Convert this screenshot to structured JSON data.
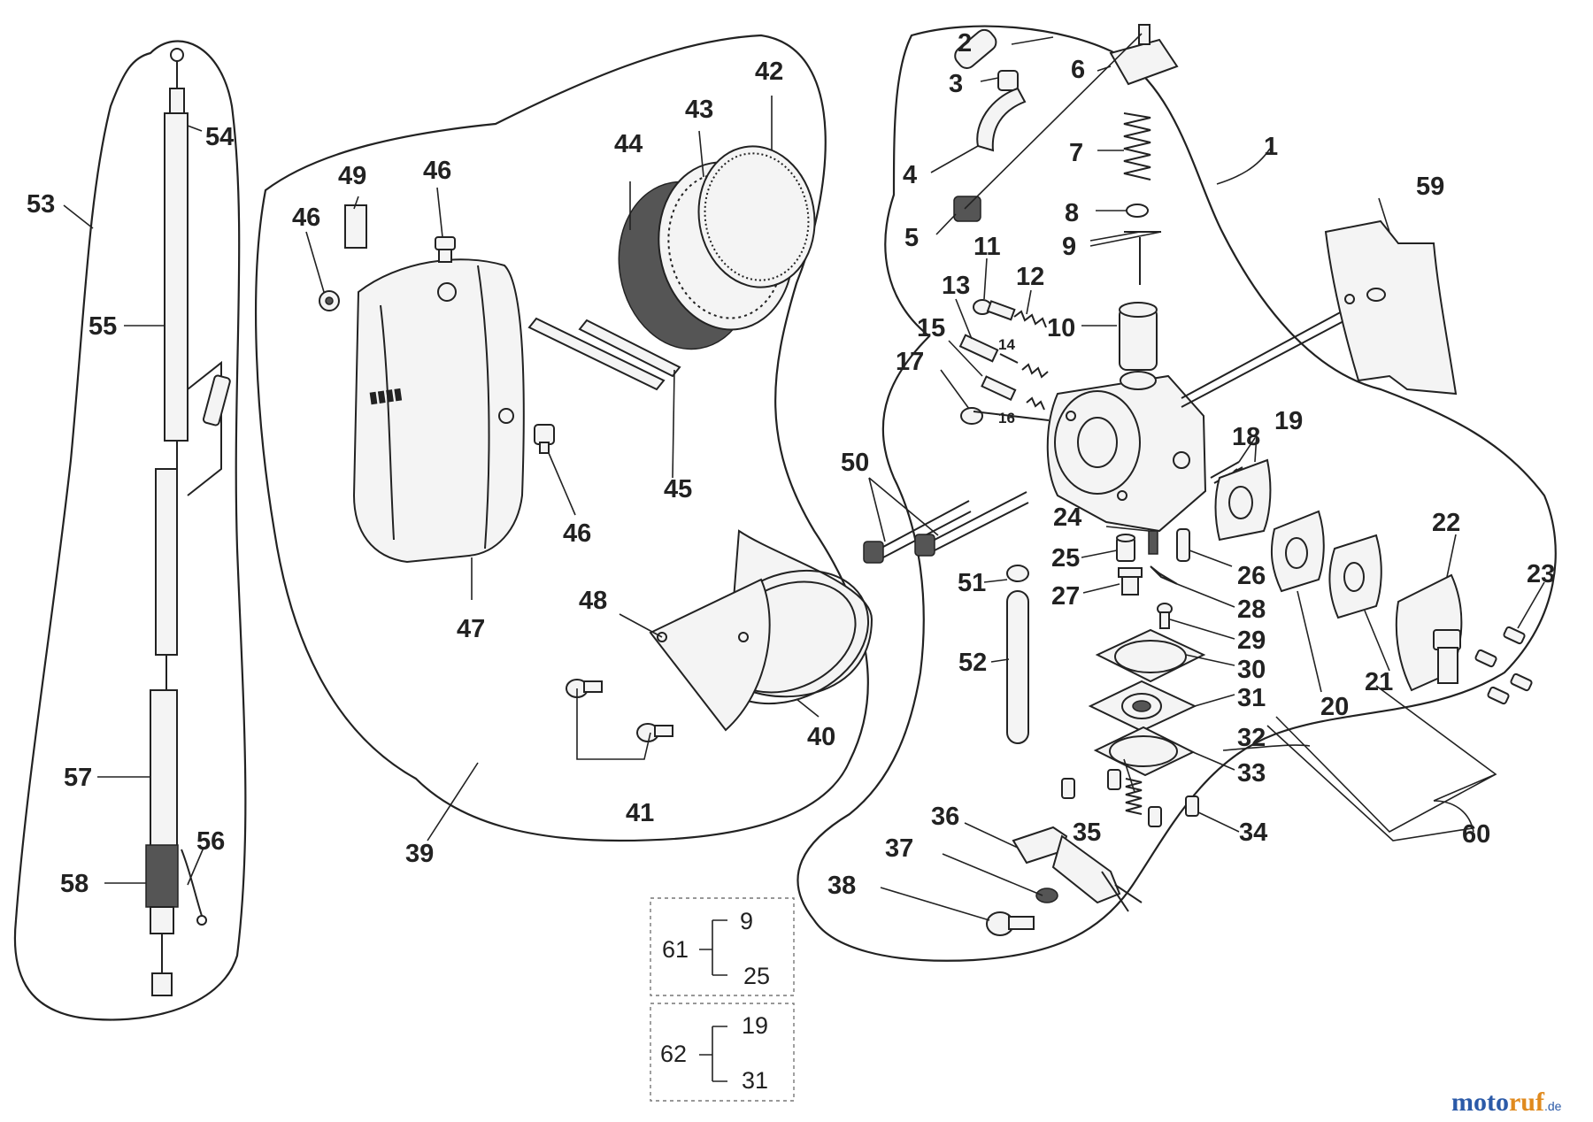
{
  "callouts": [
    {
      "id": "c1",
      "text": "1"
    },
    {
      "id": "c2",
      "text": "2"
    },
    {
      "id": "c3",
      "text": "3"
    },
    {
      "id": "c4",
      "text": "4"
    },
    {
      "id": "c5",
      "text": "5"
    },
    {
      "id": "c6",
      "text": "6"
    },
    {
      "id": "c7",
      "text": "7"
    },
    {
      "id": "c8",
      "text": "8"
    },
    {
      "id": "c9",
      "text": "9"
    },
    {
      "id": "c10",
      "text": "10"
    },
    {
      "id": "c11",
      "text": "11"
    },
    {
      "id": "c12",
      "text": "12"
    },
    {
      "id": "c13",
      "text": "13"
    },
    {
      "id": "c14",
      "text": "14"
    },
    {
      "id": "c15",
      "text": "15"
    },
    {
      "id": "c16",
      "text": "16"
    },
    {
      "id": "c17",
      "text": "17"
    },
    {
      "id": "c18",
      "text": "18"
    },
    {
      "id": "c19",
      "text": "19"
    },
    {
      "id": "c20",
      "text": "20"
    },
    {
      "id": "c21",
      "text": "21"
    },
    {
      "id": "c22",
      "text": "22"
    },
    {
      "id": "c23",
      "text": "23"
    },
    {
      "id": "c24",
      "text": "24"
    },
    {
      "id": "c25",
      "text": "25"
    },
    {
      "id": "c26",
      "text": "26"
    },
    {
      "id": "c27",
      "text": "27"
    },
    {
      "id": "c28",
      "text": "28"
    },
    {
      "id": "c29",
      "text": "29"
    },
    {
      "id": "c30",
      "text": "30"
    },
    {
      "id": "c31",
      "text": "31"
    },
    {
      "id": "c32",
      "text": "32"
    },
    {
      "id": "c33",
      "text": "33"
    },
    {
      "id": "c34",
      "text": "34"
    },
    {
      "id": "c35",
      "text": "35"
    },
    {
      "id": "c36",
      "text": "36"
    },
    {
      "id": "c37",
      "text": "37"
    },
    {
      "id": "c38",
      "text": "38"
    },
    {
      "id": "c39",
      "text": "39"
    },
    {
      "id": "c40",
      "text": "40"
    },
    {
      "id": "c41",
      "text": "41"
    },
    {
      "id": "c42",
      "text": "42"
    },
    {
      "id": "c43",
      "text": "43"
    },
    {
      "id": "c44",
      "text": "44"
    },
    {
      "id": "c45",
      "text": "45"
    },
    {
      "id": "c46a",
      "text": "46"
    },
    {
      "id": "c46b",
      "text": "46"
    },
    {
      "id": "c46c",
      "text": "46"
    },
    {
      "id": "c47",
      "text": "47"
    },
    {
      "id": "c48",
      "text": "48"
    },
    {
      "id": "c49",
      "text": "49"
    },
    {
      "id": "c50",
      "text": "50"
    },
    {
      "id": "c51",
      "text": "51"
    },
    {
      "id": "c52",
      "text": "52"
    },
    {
      "id": "c53",
      "text": "53"
    },
    {
      "id": "c54",
      "text": "54"
    },
    {
      "id": "c55",
      "text": "55"
    },
    {
      "id": "c56",
      "text": "56"
    },
    {
      "id": "c57",
      "text": "57"
    },
    {
      "id": "c58",
      "text": "58"
    },
    {
      "id": "c59",
      "text": "59"
    },
    {
      "id": "c60",
      "text": "60"
    }
  ],
  "kits": [
    {
      "kit": "61",
      "items": [
        "9",
        "25"
      ]
    },
    {
      "kit": "62",
      "items": [
        "19",
        "31"
      ]
    }
  ],
  "watermark": {
    "part1": "moto",
    "part2": "ruf",
    "suffix": ".de"
  }
}
